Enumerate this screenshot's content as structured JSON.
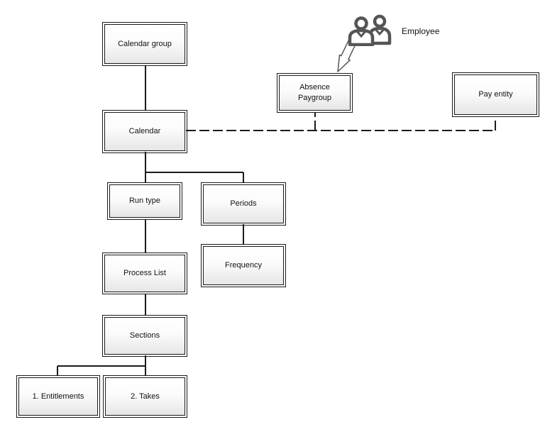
{
  "nodes": {
    "calendar_group": "Calendar group",
    "calendar": "Calendar",
    "absence_paygroup_line1": "Absence",
    "absence_paygroup_line2": "Paygroup",
    "pay_entity": "Pay entity",
    "run_type": "Run type",
    "periods": "Periods",
    "frequency": "Frequency",
    "process_list": "Process List",
    "sections": "Sections",
    "entitlements": "1. Entitlements",
    "takes": "2. Takes"
  },
  "actor": {
    "label": "Employee",
    "icon": "people-icon"
  },
  "colors": {
    "line": "#1a1a1a",
    "box_border": "#1a1a1a",
    "icon_stroke": "#555555"
  }
}
